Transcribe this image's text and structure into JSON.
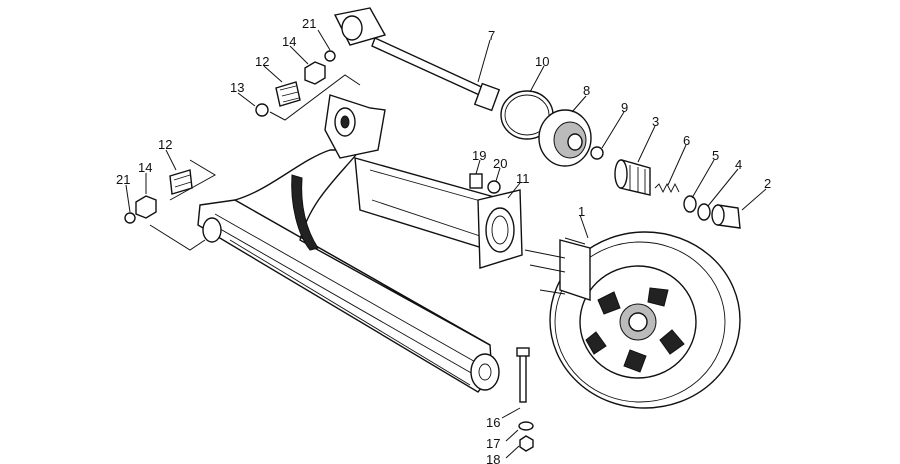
{
  "colors": {
    "ink": "#111111",
    "background": "#ffffff"
  },
  "callouts": [
    "1",
    "2",
    "3",
    "4",
    "5",
    "6",
    "7",
    "8",
    "9",
    "10",
    "11",
    "12",
    "12",
    "13",
    "14",
    "14",
    "16",
    "17",
    "18",
    "19",
    "20",
    "21",
    "21"
  ]
}
